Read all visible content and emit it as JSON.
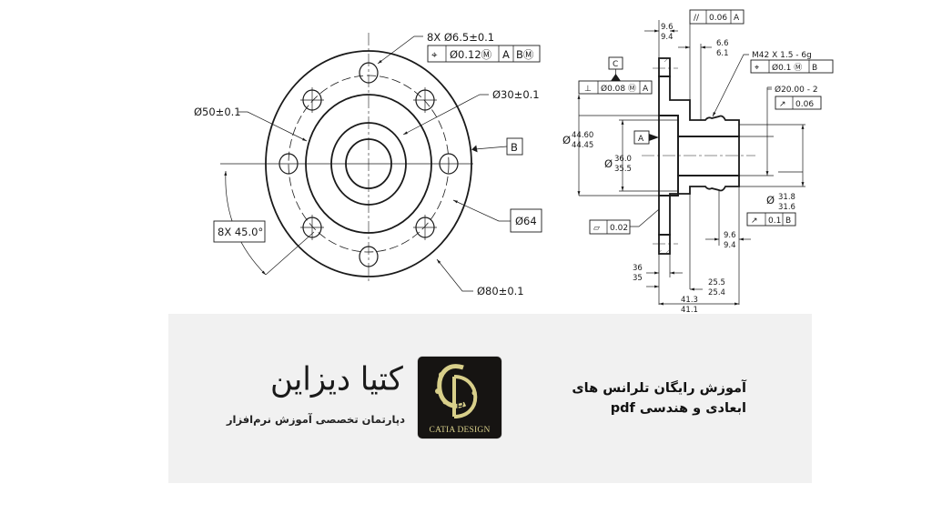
{
  "front_view": {
    "hole_callout": "8X Ø6.5±0.1",
    "position_frame": {
      "symbol": "⌖",
      "tolerance": "Ø0.12Ⓜ",
      "datum1": "A",
      "datum2": "BⓂ"
    },
    "dia_50": "Ø50±0.1",
    "dia_30": "Ø30±0.1",
    "datum_b": "B",
    "bolt_circle": "Ø64",
    "angle": "8X 45.0°",
    "dia_80": "Ø80±0.1"
  },
  "section_view": {
    "parallelism_frame": {
      "symbol": "//",
      "tolerance": "0.06",
      "datum": "A"
    },
    "dim_flange_thk": {
      "upper": "9.6",
      "lower": "9.4"
    },
    "dim_step": {
      "upper": "6.6",
      "lower": "6.1"
    },
    "thread_callout": "M42 X 1.5 - 6g",
    "thread_position_frame": {
      "symbol": "⌖",
      "tolerance": "Ø0.1 Ⓜ",
      "datum": "B"
    },
    "datum_c": "C",
    "perpendicularity_frame": {
      "symbol": "⊥",
      "tolerance": "Ø0.08 Ⓜ",
      "datum": "A"
    },
    "dia_20": "Ø20.00 - 2",
    "runout_frame_top": {
      "symbol": "↗",
      "tolerance": "0.06"
    },
    "dia_44": {
      "symbol": "Ø",
      "upper": "44.60",
      "lower": "44.45"
    },
    "datum_a": "A",
    "dia_36": {
      "symbol": "Ø",
      "upper": "36.0",
      "lower": "35.5"
    },
    "dia_31": {
      "symbol": "Ø",
      "upper": "31.8",
      "lower": "31.6"
    },
    "runout_frame_bottom": {
      "symbol": "↗",
      "tolerance": "0.1",
      "datum": "B"
    },
    "flatness_frame": {
      "symbol": "▱",
      "tolerance": "0.02"
    },
    "dim_groove": {
      "upper": "9.6",
      "lower": "9.4"
    },
    "dim_36": {
      "upper": "36",
      "lower": "35"
    },
    "dim_25": {
      "upper": "25.5",
      "lower": "25.4"
    },
    "dim_41": {
      "upper": "41.3",
      "lower": "41.1"
    }
  },
  "banner": {
    "brand_name": "کتیا دیزاین",
    "brand_tagline": "دپارتمان تخصصی آموزش نرم‌افزار",
    "logo_caption": "CATIA DESIGN",
    "headline_line1": "آموزش رایگان تلرانس های",
    "headline_line2": "ابعادی و هندسی pdf",
    "colors": {
      "panel": "#f1f1f1",
      "logo_bg": "#161412",
      "logo_gold": "#d8cf8a"
    }
  }
}
